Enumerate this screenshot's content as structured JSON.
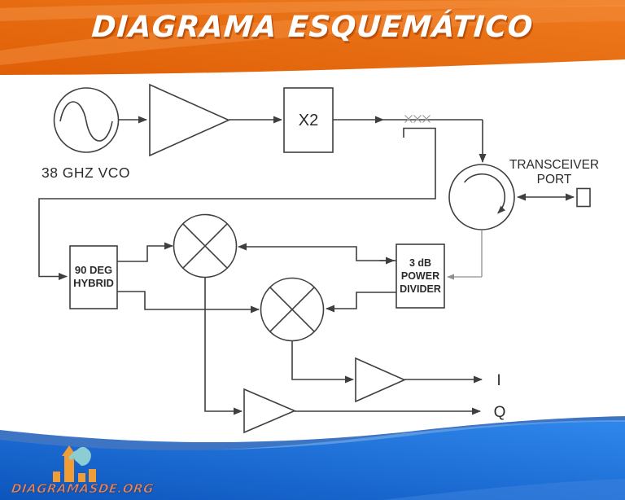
{
  "header": {
    "title": "DIAGRAMA ESQUEMÁTICO"
  },
  "diagram": {
    "vco_label": "38 GHZ VCO",
    "multiplier_label": "X2",
    "transceiver_port": {
      "line1": "TRANSCEIVER",
      "line2": "PORT"
    },
    "hybrid": {
      "line1": "90 DEG",
      "line2": "HYBRID"
    },
    "divider": {
      "line1": "3 dB",
      "line2": "POWER",
      "line3": "DIVIDER"
    },
    "output_i_label": "I",
    "output_q_label": "Q"
  },
  "footer": {
    "brand": "DIAGRAMASDE.ORG"
  },
  "colors": {
    "header_orange": "#e8650e",
    "header_orange_light": "#f28b3a",
    "schematic_line": "#3f3f3f",
    "coupler_grey": "#979797",
    "wave_blue_dark": "#0c55bd",
    "wave_blue_bright": "#2f87ec",
    "wave_blue_muted": "#3e74c4",
    "logo_bar_orange": "#f09d38",
    "logo_hand_teal": "#8ccdd4",
    "brand_text_orange": "#ef8552",
    "brand_outline_blue": "#1d4f9e"
  }
}
